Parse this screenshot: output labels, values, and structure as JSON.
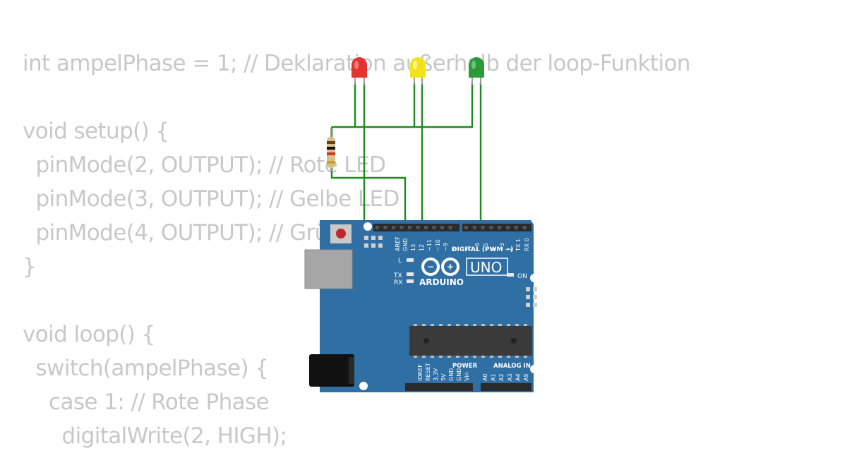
{
  "code": {
    "lines": [
      "int ampelPhase = 1; // Deklaration außerhalb der loop-Funktion",
      "",
      "void setup() {",
      "  pinMode(2, OUTPUT); // Rote LED",
      "  pinMode(3, OUTPUT); // Gelbe LED",
      "  pinMode(4, OUTPUT); // Grüne LED",
      "}",
      "",
      "void loop() {",
      "  switch(ampelPhase) {",
      "    case 1: // Rote Phase",
      "      digitalWrite(2, HIGH);"
    ]
  },
  "board": {
    "brand": "ARDUINO",
    "model": "UNO",
    "on_label": "ON",
    "l_label": "L",
    "tx_label": "TX",
    "rx_label": "RX",
    "digital_label": "DIGITAL (PWM ~)",
    "power_label": "POWER",
    "analog_label": "ANALOG IN",
    "digital_pins": [
      "AREF",
      "GND",
      "13",
      "12",
      "~11",
      "~10",
      "~9",
      "8",
      "7",
      "~6",
      "~5",
      "4",
      "~3",
      "2",
      "TX 1",
      "RX 0"
    ],
    "power_pins": [
      "IOREF",
      "RESET",
      "3.3V",
      "5V",
      "GND",
      "GND",
      "Vin"
    ],
    "analog_pins": [
      "A0",
      "A1",
      "A2",
      "A3",
      "A4",
      "A5"
    ]
  },
  "colors": {
    "code_text": "#c8c8c8",
    "board": "#2f6fa3",
    "wire": "#1e8a1e",
    "led_red": "#e3342f",
    "led_yellow": "#f2e21a",
    "led_green": "#2a9a3a"
  }
}
